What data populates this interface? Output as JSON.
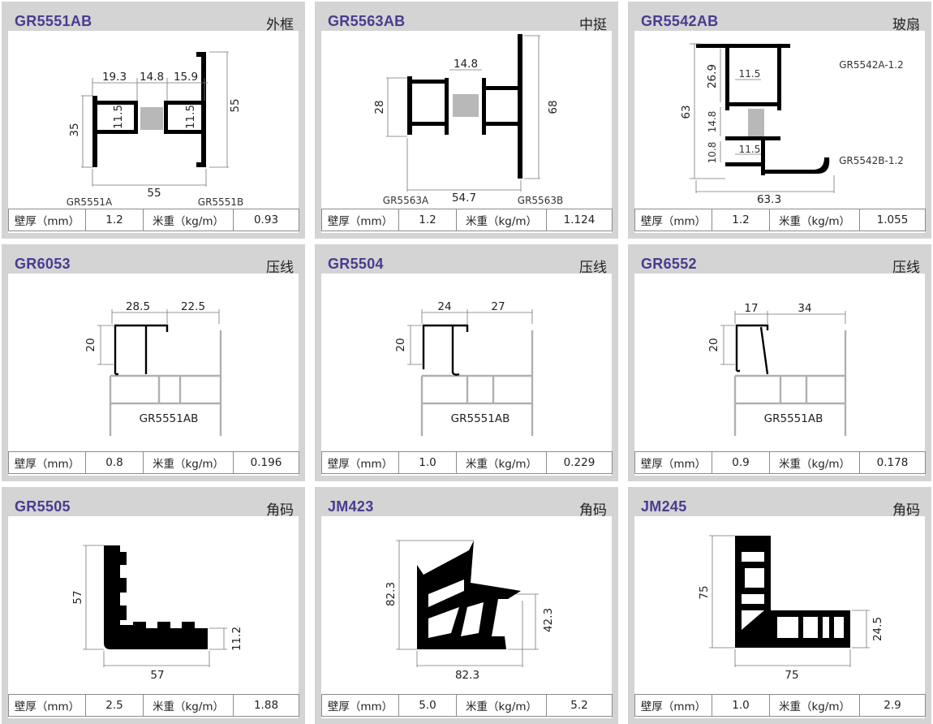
{
  "labels": {
    "wall": "壁厚（mm）",
    "weight": "米重（kg/m）"
  },
  "colors": {
    "code": "#4a3b8f",
    "card": "#d4d4d4"
  },
  "cards": [
    {
      "code": "GR5551AB",
      "type": "外框",
      "wall": "1.2",
      "weight": "0.93",
      "dims": [
        "19.3",
        "14.8",
        "15.9",
        "55",
        "35",
        "11.5",
        "11.5",
        "55"
      ],
      "parts": [
        "GR5551A",
        "GR5551B"
      ]
    },
    {
      "code": "GR5563AB",
      "type": "中挺",
      "wall": "1.2",
      "weight": "1.124",
      "dims": [
        "14.8",
        "28",
        "68",
        "54.7"
      ],
      "parts": [
        "GR5563A",
        "GR5563B"
      ]
    },
    {
      "code": "GR5542AB",
      "type": "玻扇",
      "wall": "1.2",
      "weight": "1.055",
      "dims": [
        "63",
        "26.9",
        "11.5",
        "14.8",
        "10.8",
        "11.5",
        "63.3"
      ],
      "parts": [
        "GR5542A-1.2",
        "GR5542B-1.2"
      ]
    },
    {
      "code": "GR6053",
      "type": "压线",
      "wall": "0.8",
      "weight": "0.196",
      "dims": [
        "28.5",
        "22.5",
        "20"
      ],
      "ref": "GR5551AB"
    },
    {
      "code": "GR5504",
      "type": "压线",
      "wall": "1.0",
      "weight": "0.229",
      "dims": [
        "24",
        "27",
        "20"
      ],
      "ref": "GR5551AB"
    },
    {
      "code": "GR6552",
      "type": "压线",
      "wall": "0.9",
      "weight": "0.178",
      "dims": [
        "17",
        "34",
        "20"
      ],
      "ref": "GR5551AB"
    },
    {
      "code": "GR5505",
      "type": "角码",
      "wall": "2.5",
      "weight": "1.88",
      "dims": [
        "57",
        "11.2",
        "57"
      ]
    },
    {
      "code": "JM423",
      "type": "角码",
      "wall": "5.0",
      "weight": "5.2",
      "dims": [
        "82.3",
        "42.3",
        "82.3"
      ]
    },
    {
      "code": "JM245",
      "type": "角码",
      "wall": "1.0",
      "weight": "2.9",
      "dims": [
        "75",
        "24.5",
        "75"
      ]
    }
  ]
}
